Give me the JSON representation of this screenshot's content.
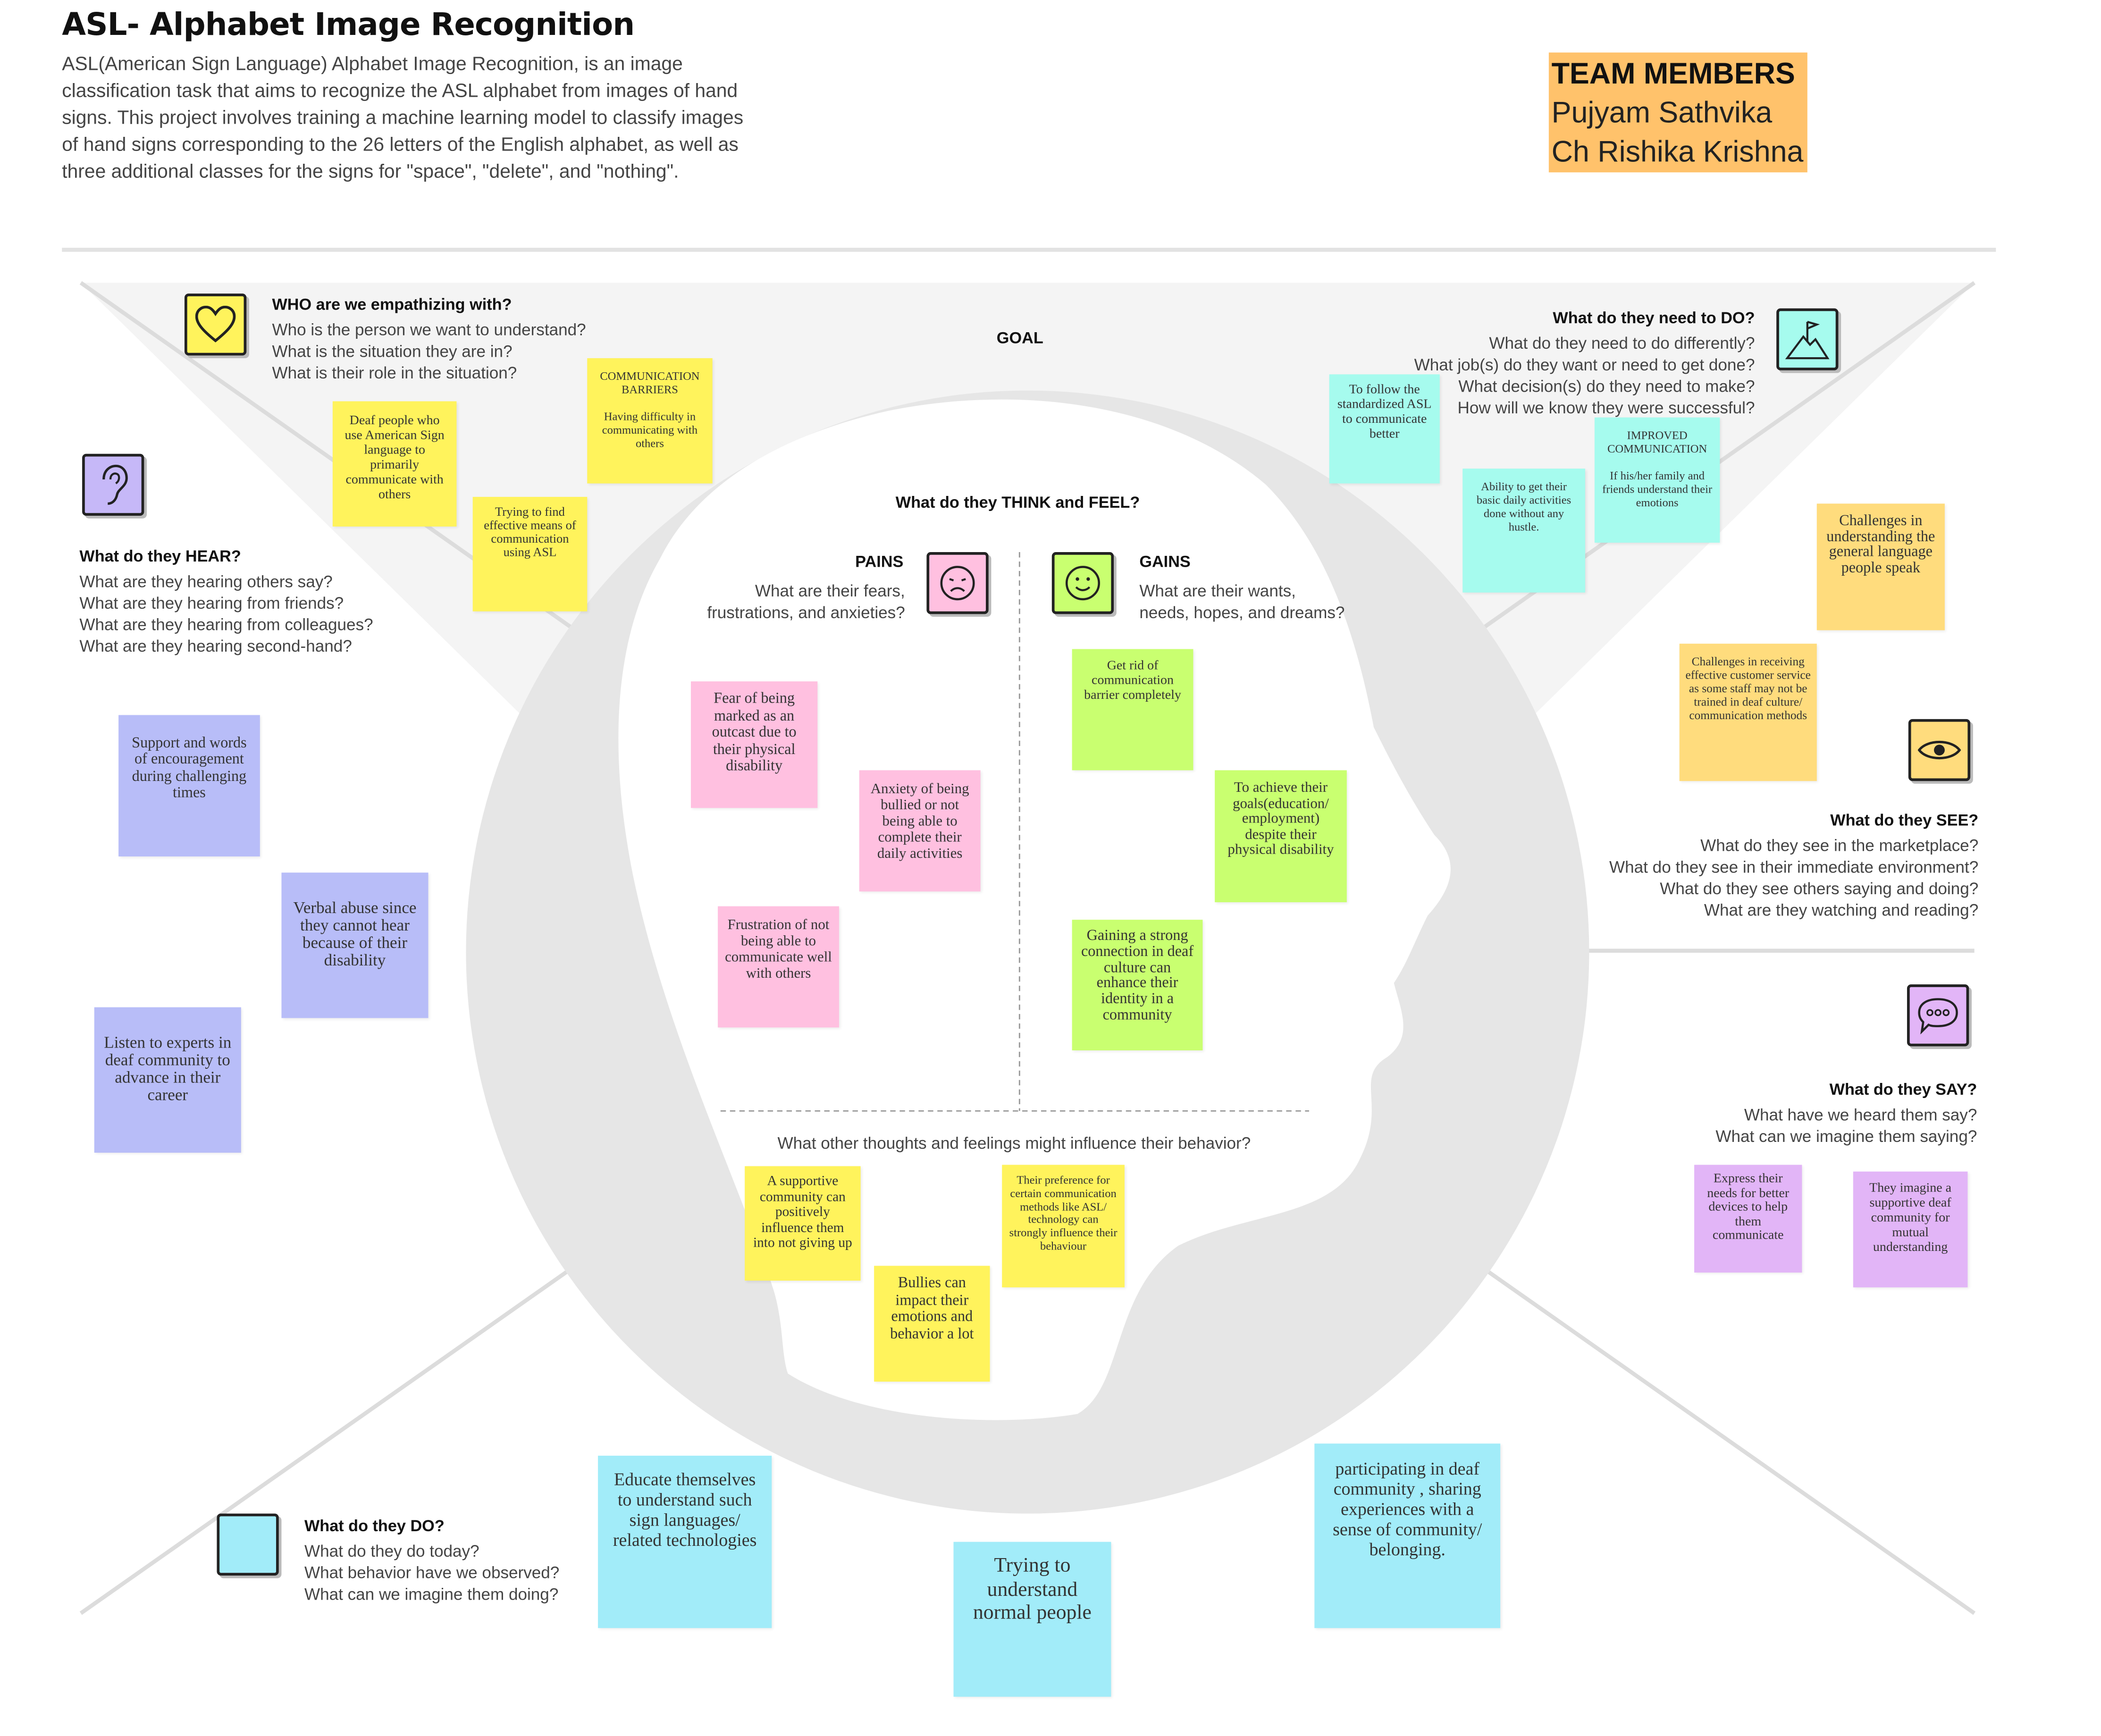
{
  "header": {
    "title": "ASL- Alphabet Image Recognition",
    "description": "ASL(American Sign Language) Alphabet Image Recognition, is an image classification task that aims to recognize the ASL alphabet from images of hand signs. This project involves training a machine learning model to classify images of hand signs corresponding to the 26 letters of the English alphabet, as well as three additional classes for the signs for \"space\", \"delete\", and \"nothing\"."
  },
  "team": {
    "heading": "TEAM MEMBERS",
    "members": [
      "Pujyam Sathvika",
      "Ch Rishika Krishna"
    ]
  },
  "colors": {
    "yellow": "#fff35c",
    "cyan": "#a6fbee",
    "orange": "#ffdc7d",
    "pink": "#ffc0e0",
    "green": "#c9ff70",
    "blue": "#b8bdf8",
    "purple": "#e2b5f7",
    "sky": "#a2ecf9",
    "team": "#ffc26b"
  },
  "goal_label": "GOAL",
  "who": {
    "heading": "WHO are we empathizing with?",
    "questions": [
      "Who is the person we want to understand?",
      "What is the situation they are in?",
      "What is their role in the situation?"
    ],
    "notes": [
      "Deaf people who use American Sign language to primarily communicate with others",
      "COMMUNICATION BARRIERS\n\nHaving difficulty in communicating with others",
      "Trying to find effective means of communication using ASL"
    ]
  },
  "need_do": {
    "heading": "What do they need to DO?",
    "questions": [
      "What do they need to do differently?",
      "What job(s) do they want or need to get done?",
      "What decision(s) do they need to make?",
      "How will we know they were successful?"
    ],
    "notes": [
      "To follow the standardized ASL to communicate better",
      "IMPROVED COMMUNICATION\n\nIf his/her family and friends understand their emotions",
      "Ability to get their basic daily activities done without any hustle."
    ]
  },
  "hear": {
    "heading": "What do they HEAR?",
    "questions": [
      "What are they hearing others say?",
      "What are they hearing from friends?",
      "What are they hearing from colleagues?",
      "What are they hearing second-hand?"
    ],
    "notes": [
      "Support and words of encouragement during challenging times",
      "Verbal abuse since they cannot hear because of their disability",
      "Listen to experts in deaf community to advance in their career"
    ]
  },
  "see": {
    "heading": "What do they SEE?",
    "questions": [
      "What do they see in the marketplace?",
      "What do they see in their immediate environment?",
      "What do they see others saying and doing?",
      "What are they watching and reading?"
    ],
    "notes": [
      "Challenges in understanding the general language people speak",
      "Challenges in receiving effective customer service as some staff may not be trained in deaf culture/ communication methods"
    ]
  },
  "say": {
    "heading": "What do they SAY?",
    "questions": [
      "What have we heard them say?",
      "What can we imagine them saying?"
    ],
    "notes": [
      "Express their needs for better devices to help them communicate",
      "They imagine a supportive deaf community for mutual understanding"
    ]
  },
  "do": {
    "heading": "What do they DO?",
    "questions": [
      "What do they do today?",
      "What behavior have we observed?",
      "What can we imagine them doing?"
    ],
    "notes": [
      "Educate themselves to understand such sign languages/ related technologies",
      "Trying to understand normal people",
      "participating in deaf community , sharing experiences with a sense of community/ belonging."
    ]
  },
  "think_feel": {
    "heading": "What do they THINK and FEEL?",
    "pains": {
      "heading": "PAINS",
      "questions": [
        "What are their fears,",
        "frustrations, and anxieties?"
      ],
      "notes": [
        "Fear of being marked as an outcast due to their physical disability",
        "Anxiety of being bullied or not being able to complete their daily activities",
        "Frustration of not being able to communicate well with others"
      ]
    },
    "gains": {
      "heading": "GAINS",
      "questions": [
        "What are their wants,",
        "needs, hopes, and dreams?"
      ],
      "notes": [
        "Get rid of communication barrier completely",
        "To achieve their goals(education/ employment) despite their physical disability",
        "Gaining a strong connection in deaf culture can enhance their identity in a community"
      ]
    },
    "other": {
      "question": "What other thoughts and feelings might influence their behavior?",
      "notes": [
        "A supportive community can positively influence them into not giving up",
        "Bullies can impact their emotions and behavior a lot",
        "Their preference for certain communication methods like ASL/ technology can strongly influence their behaviour"
      ]
    }
  }
}
